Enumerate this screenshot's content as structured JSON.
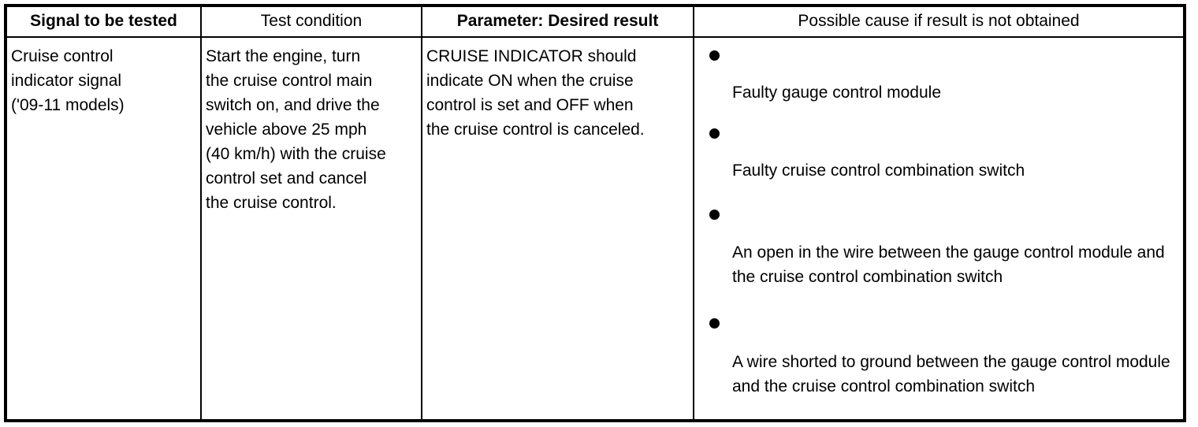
{
  "table": {
    "columns": [
      {
        "header": "Signal to be tested",
        "bold": true
      },
      {
        "header": "Test condition",
        "bold": false
      },
      {
        "header": "Parameter: Desired result",
        "bold": true
      },
      {
        "header": "Possible cause if result is not obtained",
        "bold": false
      }
    ],
    "row": {
      "signal": "Cruise control\nindicator signal\n('09-11 models)",
      "test_condition": "Start the engine, turn\nthe cruise control main\nswitch on, and drive the\nvehicle above 25 mph\n(40 km/h) with the cruise\ncontrol set and cancel\nthe cruise control.",
      "desired_result": "CRUISE INDICATOR should\nindicate ON when the cruise\ncontrol is set and OFF when\nthe cruise control is canceled.",
      "possible_causes": [
        "Faulty gauge control module",
        "Faulty cruise control combination switch",
        "An open in the wire between the gauge control module and the cruise control combination switch",
        "A wire shorted to ground between the gauge control module and the cruise control combination switch"
      ]
    }
  },
  "colors": {
    "border": "#000000",
    "text": "#000000",
    "background": "#ffffff"
  }
}
